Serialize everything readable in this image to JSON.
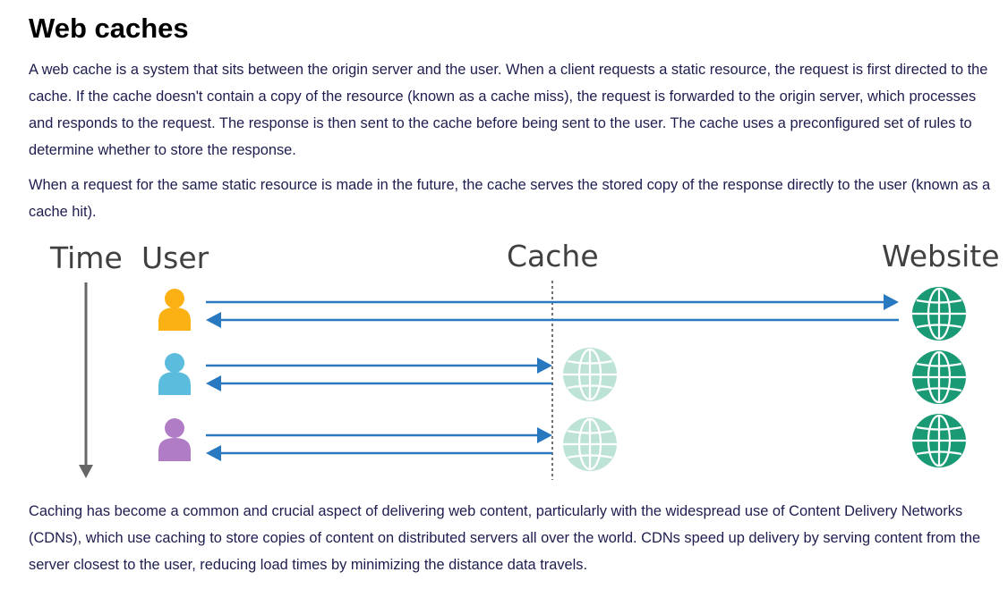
{
  "heading": "Web caches",
  "paragraphs": {
    "intro": "A web cache is a system that sits between the origin server and the user. When a client requests a static resource, the request is first directed to the cache. If the cache doesn't contain a copy of the resource (known as a cache miss), the request is forwarded to the origin server, which processes and responds to the request. The response is then sent to the cache before being sent to the user. The cache uses a preconfigured set of rules to determine whether to store the response.",
    "hit": "When a request for the same static resource is made in the future, the cache serves the stored copy of the response directly to the user (known as a cache hit).",
    "cdn": "Caching has become a common and crucial aspect of delivering web content, particularly with the widespread use of Content Delivery Networks (CDNs), which use caching to store copies of content on distributed servers all over the world. CDNs speed up delivery by serving content from the server closest to the user, reducing load times by minimizing the distance data travels."
  },
  "diagram": {
    "labels": {
      "time": "Time",
      "user": "User",
      "cache": "Cache",
      "website": "Website"
    },
    "colors": {
      "user1": "#fbb114",
      "user2": "#5bbcde",
      "user3": "#b07cc6",
      "arrow": "#2879c0",
      "server": "#1a9a74",
      "cache_globe": "#bde3d6",
      "timeline": "#666666"
    },
    "rows": [
      {
        "user": "user-icon",
        "target": "website",
        "cache_hit": false
      },
      {
        "user": "user-icon",
        "target": "cache",
        "cache_hit": true
      },
      {
        "user": "user-icon",
        "target": "cache",
        "cache_hit": true
      }
    ]
  }
}
